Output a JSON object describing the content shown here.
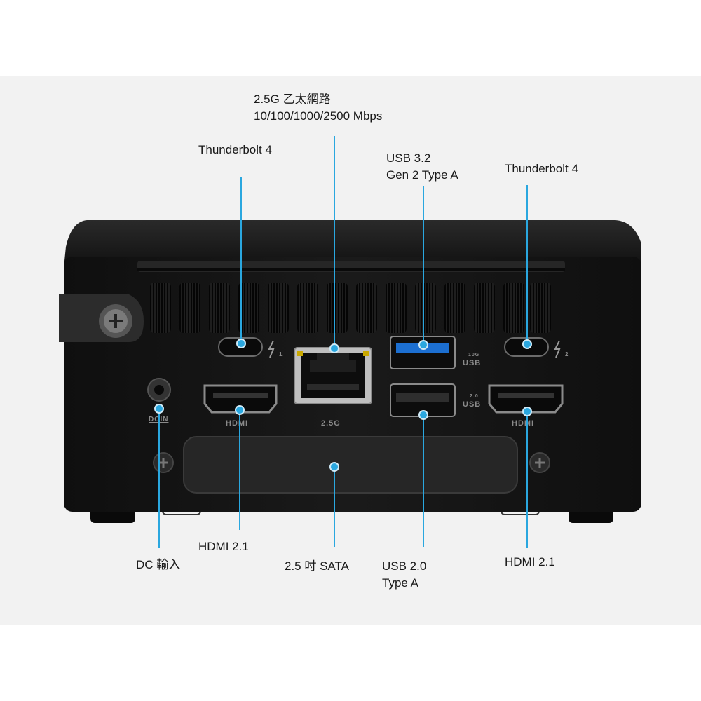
{
  "labels": {
    "ethernet_line1": "2.5G 乙太網路",
    "ethernet_line2": "10/100/1000/2500 Mbps",
    "tb4_left": "Thunderbolt 4",
    "usb32_line1": "USB 3.2",
    "usb32_line2": "Gen 2 Type A",
    "tb4_right": "Thunderbolt 4",
    "dc_in": "DC 輸入",
    "hdmi_left": "HDMI 2.1",
    "sata": "2.5 吋 SATA",
    "usb20_line1": "USB 2.0",
    "usb20_line2": "Type A",
    "hdmi_right": "HDMI 2.1"
  },
  "device_markings": {
    "hdmi_left": "HDMI",
    "lan": "2.5G",
    "hdmi_right": "HDMI",
    "usb_top_speed": "10G",
    "usb_top": "USB",
    "usb_bottom_speed": "2.0",
    "usb_bottom": "USB",
    "dc_in": "DCIN",
    "tb_left_index": "1",
    "tb_right_index": "2"
  },
  "colors": {
    "accent": "#2aa7df",
    "device_body": "#151515",
    "usb3_blue": "#1c6fd1"
  }
}
